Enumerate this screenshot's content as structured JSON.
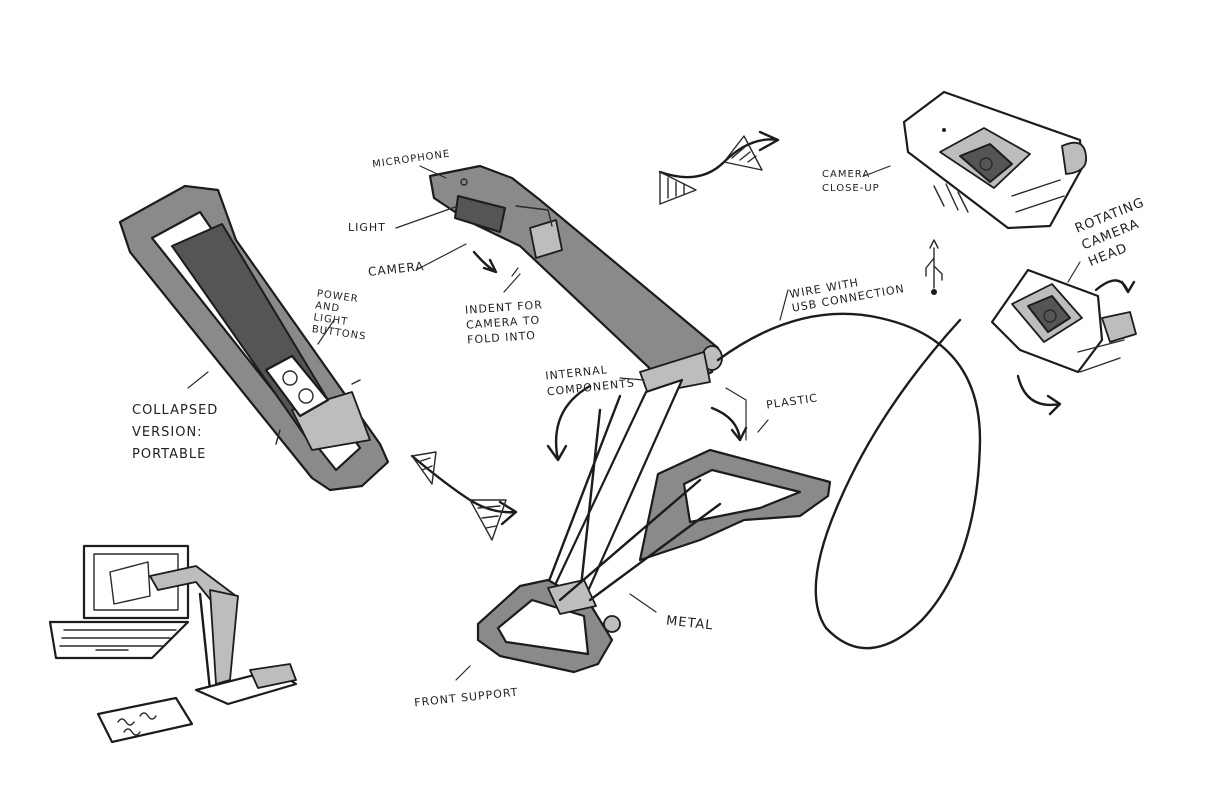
{
  "labels": {
    "microphone": "MICROPHONE",
    "light": "LIGHT",
    "camera": "CAMERA",
    "indent": "INDENT FOR\nCAMERA TO\nFOLD INTO",
    "power_buttons": "POWER\nAND\nLIGHT\nBUTTONS",
    "collapsed": "COLLAPSED\nVERSION:\nPORTABLE",
    "internal": "INTERNAL\nCOMPONENTS",
    "plastic": "PLASTIC",
    "metal": "METAL",
    "front_support": "FRONT SUPPORT",
    "wire": "WIRE WITH\nUSB CONNECTION",
    "closeup": "CAMERA\nCLOSE-UP",
    "rotating": "ROTATING\nCAMERA\nHEAD"
  }
}
